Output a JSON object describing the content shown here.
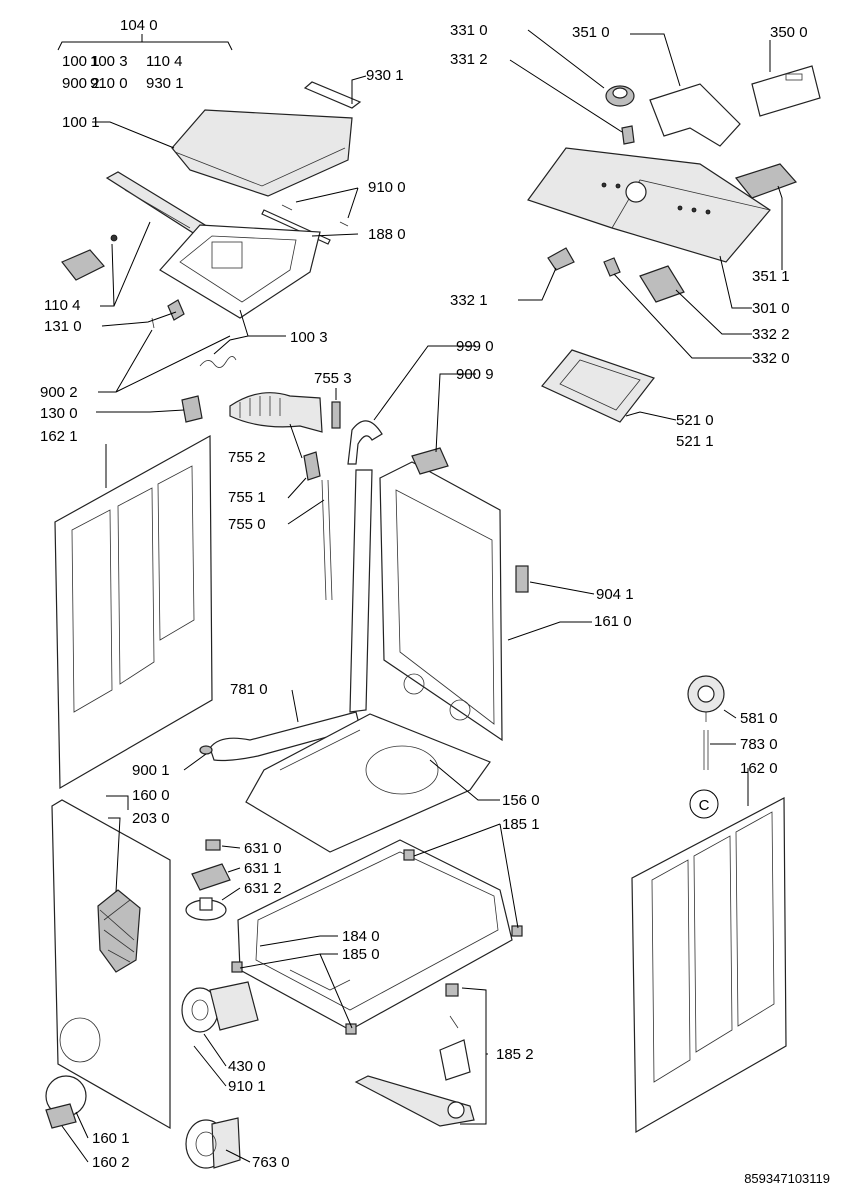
{
  "labels": {
    "l1040": "104 0",
    "l1001a": "100 1",
    "l1003a": "100 3",
    "l1104a": "110 4",
    "l9002a": "900 2",
    "l9100a": "910 0",
    "l9301": "930 1",
    "l9301b": "930 1",
    "l1001": "100 1",
    "l9100": "910 0",
    "l1880": "188 0",
    "l1104": "110 4",
    "l1310": "131 0",
    "l1003": "100 3",
    "l9002": "900 2",
    "l1300": "130 0",
    "l1621": "162 1",
    "l3310": "331 0",
    "l3312": "331 2",
    "l3510": "351 0",
    "l3500": "350 0",
    "l3511": "351 1",
    "l3010": "301 0",
    "l3321": "332 1",
    "l3322": "332 2",
    "l3320": "332 0",
    "l9990": "999 0",
    "l9009": "900 9",
    "l5210": "521 0",
    "l5211": "521 1",
    "l7553": "755 3",
    "l7552": "755 2",
    "l7551": "755 1",
    "l7550": "755 0",
    "l9041": "904 1",
    "l1610": "161 0",
    "l7810": "781 0",
    "l9001": "900 1",
    "l1600": "160 0",
    "l2030": "203 0",
    "l1560": "156 0",
    "l1851": "185 1",
    "l6310": "631 0",
    "l6311": "631 1",
    "l6312": "631 2",
    "l1840": "184 0",
    "l1850": "185 0",
    "l4300": "430 0",
    "l9101": "910 1",
    "l1852": "185 2",
    "l1601": "160 1",
    "l1602": "160 2",
    "l7630": "763 0",
    "l5810": "581 0",
    "l7830": "783 0",
    "l1620": "162 0",
    "cmark": "C",
    "docnum": "859347103119"
  },
  "colors": {
    "line": "#000000",
    "part_fill": "#ffffff",
    "part_shade": "#e8e8e8",
    "part_dark": "#bdbdbd"
  }
}
